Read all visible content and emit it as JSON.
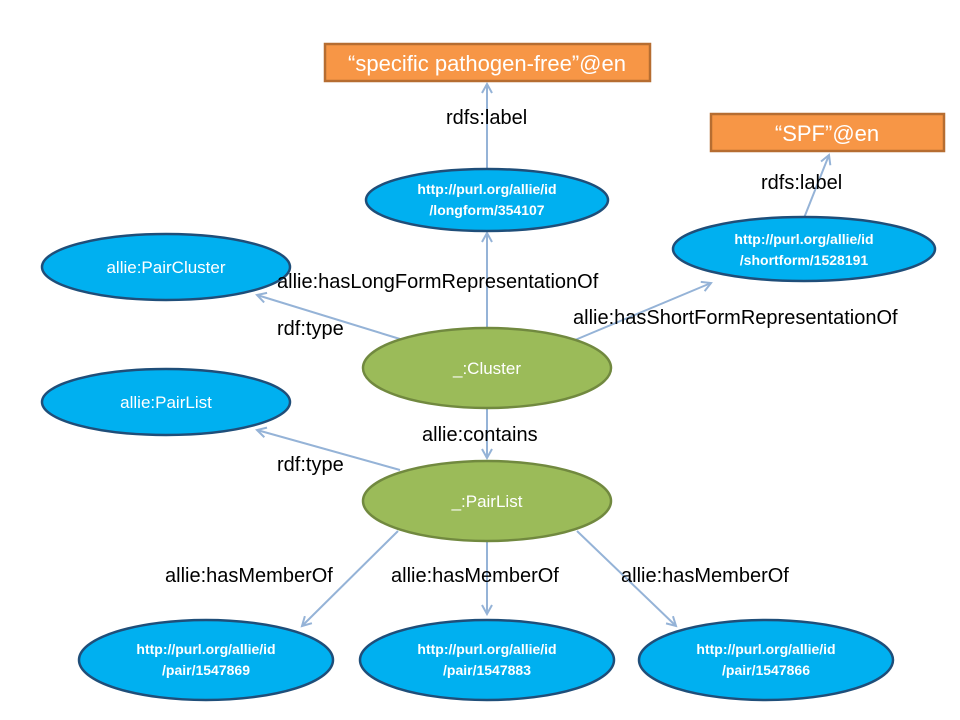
{
  "diagram": {
    "nodes": {
      "literal_long": {
        "text": "“specific pathogen-free”@en",
        "kind": "literal"
      },
      "literal_short": {
        "text": "“SPF”@en",
        "kind": "literal"
      },
      "longform": {
        "line1": "http://purl.org/allie/id",
        "line2": "/longform/354107",
        "kind": "resource"
      },
      "shortform": {
        "line1": "http://purl.org/allie/id",
        "line2": "/shortform/1528191",
        "kind": "resource"
      },
      "pair_cluster": {
        "text": "allie:PairCluster",
        "kind": "class"
      },
      "pair_list_class": {
        "text": "allie:PairList",
        "kind": "class"
      },
      "cluster": {
        "text": "_:Cluster",
        "kind": "blank"
      },
      "pairlist": {
        "text": "_:PairList",
        "kind": "blank"
      },
      "pair1": {
        "line1": "http://purl.org/allie/id",
        "line2": "/pair/1547869",
        "kind": "resource"
      },
      "pair2": {
        "line1": "http://purl.org/allie/id",
        "line2": "/pair/1547883",
        "kind": "resource"
      },
      "pair3": {
        "line1": "http://purl.org/allie/id",
        "line2": "/pair/1547866",
        "kind": "resource"
      }
    },
    "edges": {
      "longform_label": {
        "from": "longform",
        "to": "literal_long",
        "label": "rdfs:label"
      },
      "shortform_label": {
        "from": "shortform",
        "to": "literal_short",
        "label": "rdfs:label"
      },
      "cluster_longform": {
        "from": "cluster",
        "to": "longform",
        "label": "allie:hasLongFormRepresentationOf"
      },
      "cluster_shortform": {
        "from": "cluster",
        "to": "shortform",
        "label": "allie:hasShortFormRepresentationOf"
      },
      "cluster_type": {
        "from": "cluster",
        "to": "pair_cluster",
        "label": "rdf:type"
      },
      "cluster_contains": {
        "from": "cluster",
        "to": "pairlist",
        "label": "allie:contains"
      },
      "pairlist_type": {
        "from": "pairlist",
        "to": "pair_list_class",
        "label": "rdf:type"
      },
      "member1": {
        "from": "pairlist",
        "to": "pair1",
        "label": "allie:hasMemberOf"
      },
      "member2": {
        "from": "pairlist",
        "to": "pair2",
        "label": "allie:hasMemberOf"
      },
      "member3": {
        "from": "pairlist",
        "to": "pair3",
        "label": "allie:hasMemberOf"
      }
    },
    "colors": {
      "resource_fill": "#00b0f0",
      "resource_stroke": "#1f4e79",
      "blank_fill": "#9bbb59",
      "literal_fill": "#f79646",
      "edge": "#95b3d7"
    }
  }
}
